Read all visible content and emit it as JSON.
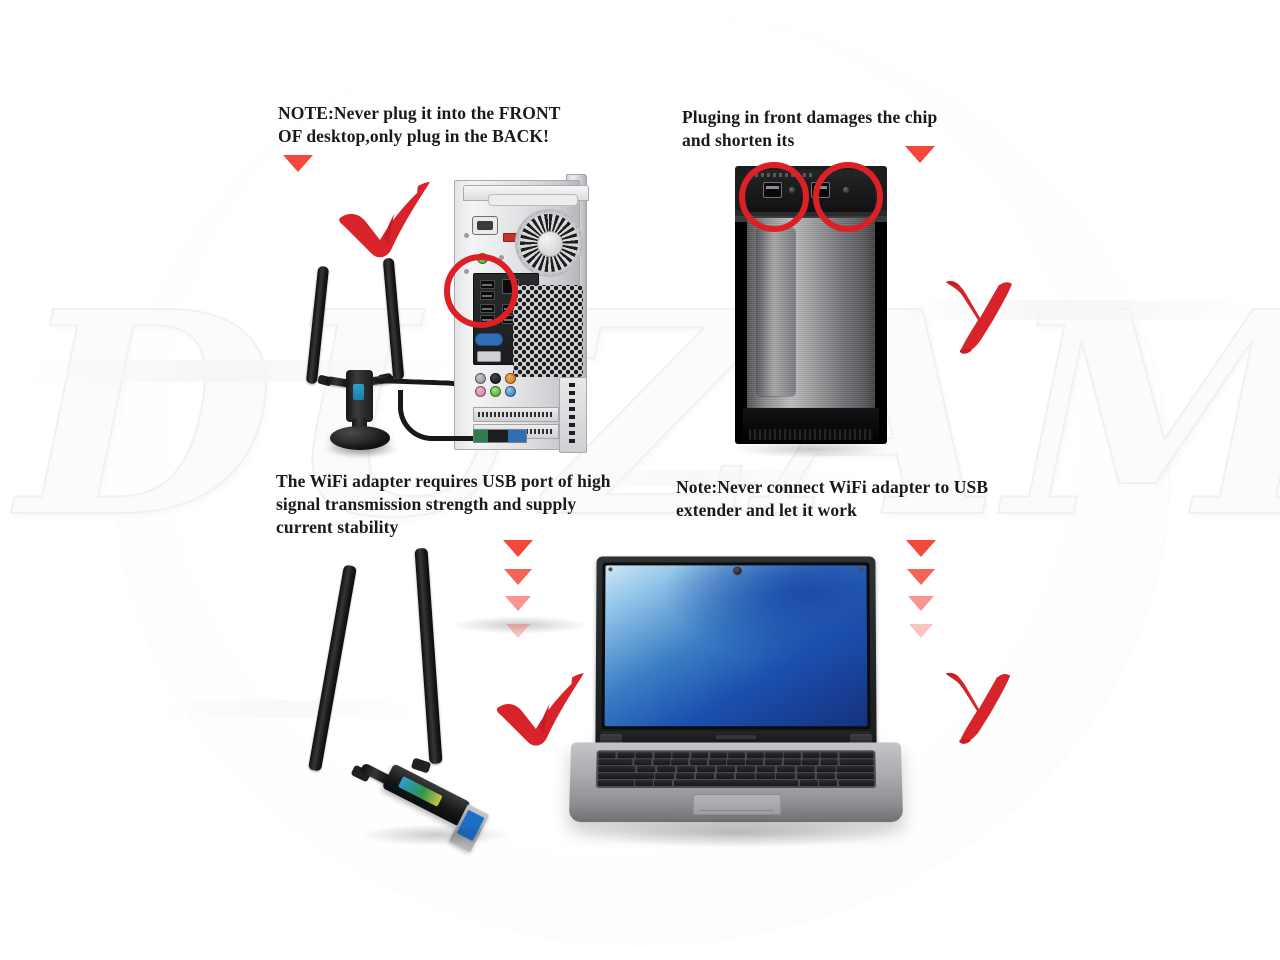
{
  "page": {
    "title": "WiFi USB Adapter Usage Instructions Infographic",
    "background_color": "#ffffff",
    "accent_red": "#dd1f26",
    "arrow_red": "#f4483c",
    "watermark_text": "DUZAMER"
  },
  "panels": [
    {
      "id": "top-left",
      "caption": "NOTE:Never plug it into the FRONT OF desktop,only plug in the BACK!",
      "caption_lines": [
        "NOTE:Never plug it into the FRONT",
        "OF desktop,only plug in the BACK!"
      ],
      "verdict": "correct",
      "verdict_symbol": "check",
      "arrow_count": 1,
      "devices": [
        "wifi-adapter-dock",
        "desktop-tower-rear"
      ],
      "highlight": "rear USB ports circled in red"
    },
    {
      "id": "top-right",
      "caption": "Pluging in front damages the chip and shorten its",
      "caption_lines": [
        "Pluging in front damages the chip",
        "and shorten its"
      ],
      "verdict": "incorrect",
      "verdict_symbol": "cross",
      "arrow_count": 1,
      "devices": [
        "desktop-tower-front"
      ],
      "highlight": "two front panel ports circled in red"
    },
    {
      "id": "bottom-left",
      "caption": "The WiFi adapter requires USB port of high signal transmission strength and supply current stability",
      "caption_lines": [
        "The WiFi adapter requires USB port of high",
        "signal transmission strength and supply",
        "current stability"
      ],
      "verdict": "correct",
      "verdict_symbol": "check",
      "arrow_count": 4,
      "devices": [
        "wifi-adapter-usb-stick"
      ]
    },
    {
      "id": "bottom-right",
      "caption": "Note:Never connect WiFi adapter to USB extender and let it work",
      "caption_lines": [
        "Note:Never connect WiFi adapter to USB",
        "extender and let it work"
      ],
      "verdict": "incorrect",
      "verdict_symbol": "cross",
      "arrow_count": 4,
      "devices": [
        "laptop"
      ]
    }
  ],
  "devices": {
    "desktop_tower_rear": {
      "name": "Desktop PC tower rear panel",
      "features": [
        "power socket",
        "power switch",
        "exhaust fan grille",
        "honeycomb vent",
        "USB ports",
        "VGA port",
        "audio jacks",
        "expansion slots"
      ],
      "audio_jack_colors": [
        "#9a9c9f",
        "#1d1e20",
        "#e08a2a",
        "#e39ab4",
        "#6fbf4a",
        "#3f8fd0"
      ]
    },
    "desktop_tower_front": {
      "name": "Desktop PC tower front brushed metal",
      "features": [
        "headphone jack",
        "front USB port",
        "optical drive door"
      ]
    },
    "wifi_adapter_dock": {
      "name": "WiFi USB adapter on docking cradle",
      "features": [
        "two high gain antennas",
        "base cradle",
        "USB extension cable"
      ]
    },
    "wifi_adapter_stick": {
      "name": "WiFi USB 3.0 stick adapter",
      "features": [
        "two high gain antennas",
        "USB 3.0 blue connector"
      ]
    },
    "laptop": {
      "name": "Silver notebook computer",
      "features": [
        "webcam",
        "blue gradient wallpaper",
        "chiclet keyboard",
        "touchpad"
      ]
    }
  }
}
